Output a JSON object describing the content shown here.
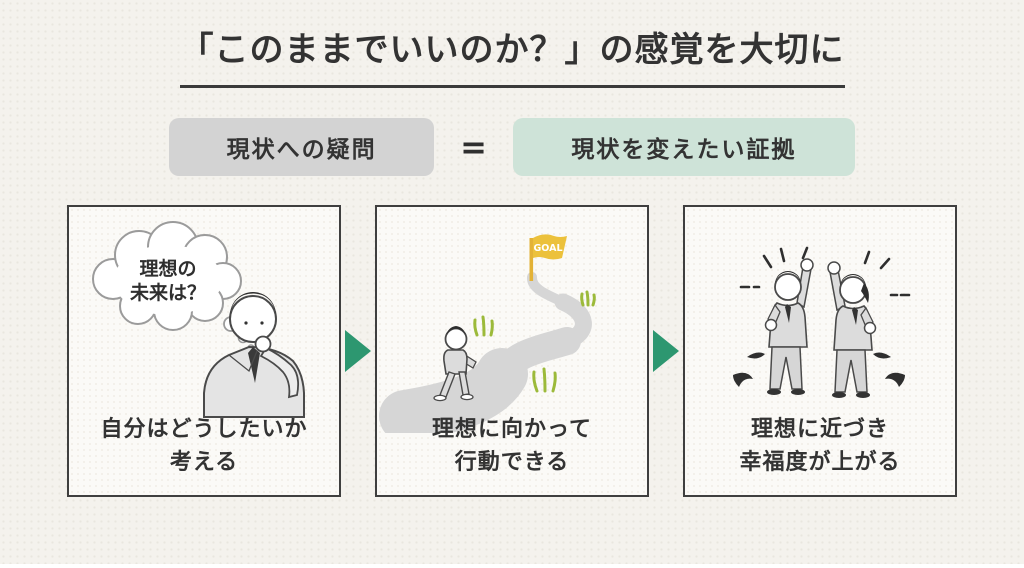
{
  "page": {
    "title": "「このままでいいのか？」の感覚を大切に"
  },
  "equation": {
    "left_label": "現状への疑問",
    "equals": "=",
    "right_label": "現状を変えたい証拠"
  },
  "steps": [
    {
      "illustration": "thinking-person",
      "bubble": {
        "line1": "理想の",
        "line2": "未来は？"
      },
      "caption": "自分はどうしたいか\n考える"
    },
    {
      "illustration": "path-to-goal",
      "flag_label": "GOAL",
      "caption": "理想に向かって\n行動できる"
    },
    {
      "illustration": "celebrating-people",
      "caption": "理想に近づき\n幸福度が上がる"
    }
  ],
  "colors": {
    "page-bg": "#f4f2ed",
    "panel-border": "#3f3f3f",
    "gray-box": "#d3d3d3",
    "mint-box": "#cee3d8",
    "arrow-green": "#2d9770",
    "flag-yellow": "#ecc13b",
    "grass-green": "#9cba3a",
    "text-dark": "#333333"
  }
}
